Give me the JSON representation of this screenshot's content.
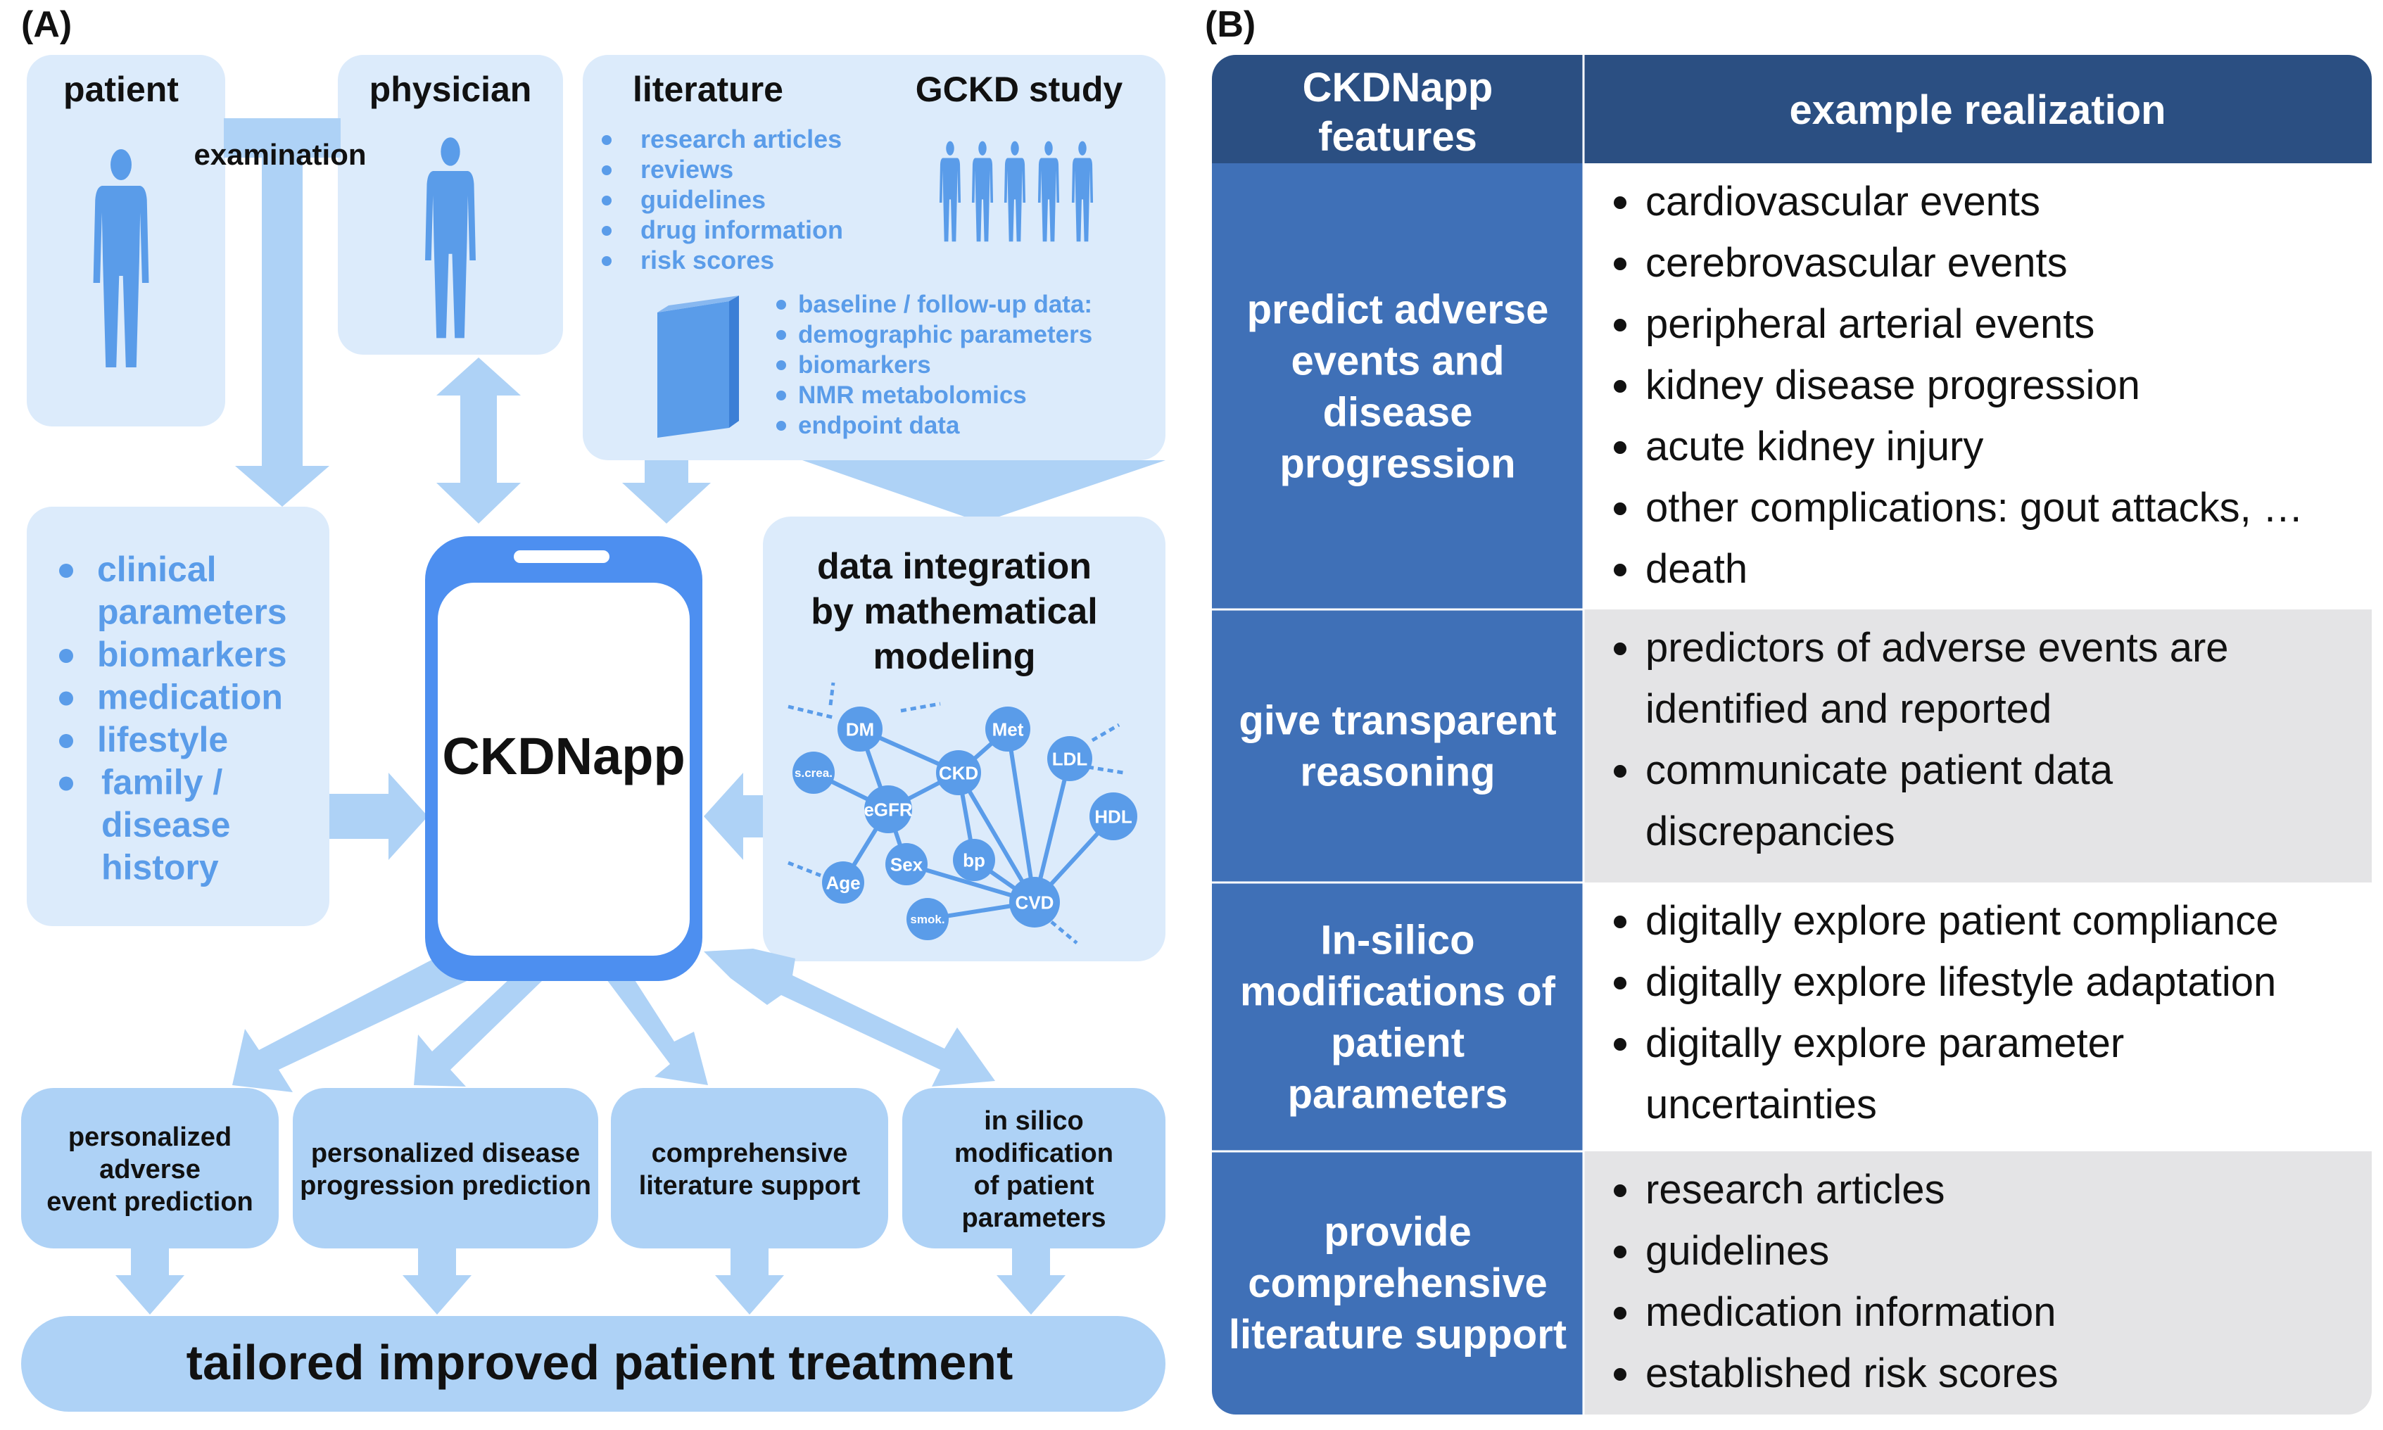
{
  "panel_a": {
    "label": "(A)",
    "patient": "patient",
    "physician": "physician",
    "examination": "examination",
    "literature": {
      "title": "literature",
      "items": [
        "research articles",
        "reviews",
        "guidelines",
        "drug information",
        "risk scores"
      ]
    },
    "gckd": {
      "title": "GCKD study",
      "items": [
        "baseline / follow-up data:",
        "demographic parameters",
        "biomarkers",
        "NMR metabolomics",
        "endpoint data"
      ]
    },
    "patient_data": {
      "lines": [
        "clinical",
        "parameters",
        "biomarkers",
        "medication",
        "lifestyle",
        "family /",
        "disease",
        "history"
      ]
    },
    "app_name": "CKDNapp",
    "integration": {
      "lines": [
        "data integration",
        "by mathematical",
        "modeling"
      ]
    },
    "network_nodes": [
      "DM",
      "Met",
      "LDL",
      "s.crea.",
      "CKD",
      "eGFR",
      "HDL",
      "Sex",
      "bp",
      "Age",
      "CVD",
      "smok."
    ],
    "outputs": [
      [
        "personalized",
        "adverse",
        "event prediction"
      ],
      [
        "personalized disease",
        "progression prediction"
      ],
      [
        "comprehensive",
        "literature support"
      ],
      [
        "in silico",
        "modification",
        "of patient",
        "parameters"
      ]
    ],
    "result": "tailored improved patient treatment",
    "colors": {
      "box": "#dcebfb",
      "arrow": "#aed2f6",
      "phone": "#4d8ff0",
      "accent": "#5a9ce9"
    }
  },
  "panel_b": {
    "label": "(B)",
    "headers": [
      [
        "CKDNapp",
        "features"
      ],
      [
        "example realization"
      ]
    ],
    "rows": [
      {
        "feature": [
          "predict adverse",
          "events and",
          "disease",
          "progression"
        ],
        "items": [
          [
            "cardiovascular events"
          ],
          [
            "cerebrovascular events"
          ],
          [
            "peripheral arterial events"
          ],
          [
            "kidney disease progression"
          ],
          [
            "acute kidney injury"
          ],
          [
            "other complications: gout attacks, …"
          ],
          [
            "death"
          ]
        ]
      },
      {
        "feature": [
          "give transparent",
          "reasoning"
        ],
        "items": [
          [
            "predictors of adverse events are",
            "identified and reported"
          ],
          [
            "communicate patient data",
            "discrepancies"
          ]
        ]
      },
      {
        "feature": [
          "In-silico",
          "modifications of",
          "patient",
          "parameters"
        ],
        "items": [
          [
            "digitally explore patient compliance"
          ],
          [
            "digitally explore lifestyle adaptation"
          ],
          [
            "digitally explore parameter",
            "uncertainties"
          ]
        ]
      },
      {
        "feature": [
          "provide",
          "comprehensive",
          "literature support"
        ],
        "items": [
          [
            "research articles"
          ],
          [
            "guidelines"
          ],
          [
            "medication information"
          ],
          [
            "established risk scores"
          ]
        ]
      }
    ],
    "colors": {
      "header": "#2b4f82",
      "feature": "#3f70b7",
      "row_white": "#ffffff",
      "row_grey": "#e4e4e6"
    }
  }
}
